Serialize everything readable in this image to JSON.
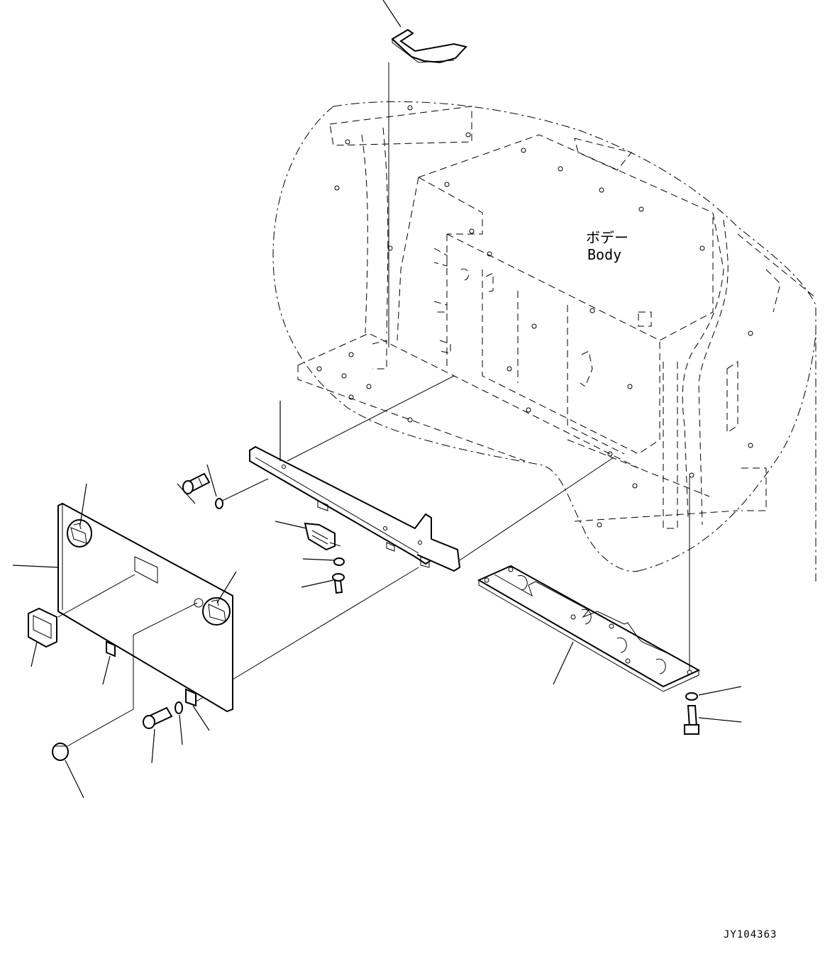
{
  "labels": {
    "body_jp": "ボデー",
    "body_en": "Body",
    "drawing_code": "JY104363"
  },
  "colors": {
    "ink": "#000000",
    "paper": "#ffffff"
  }
}
